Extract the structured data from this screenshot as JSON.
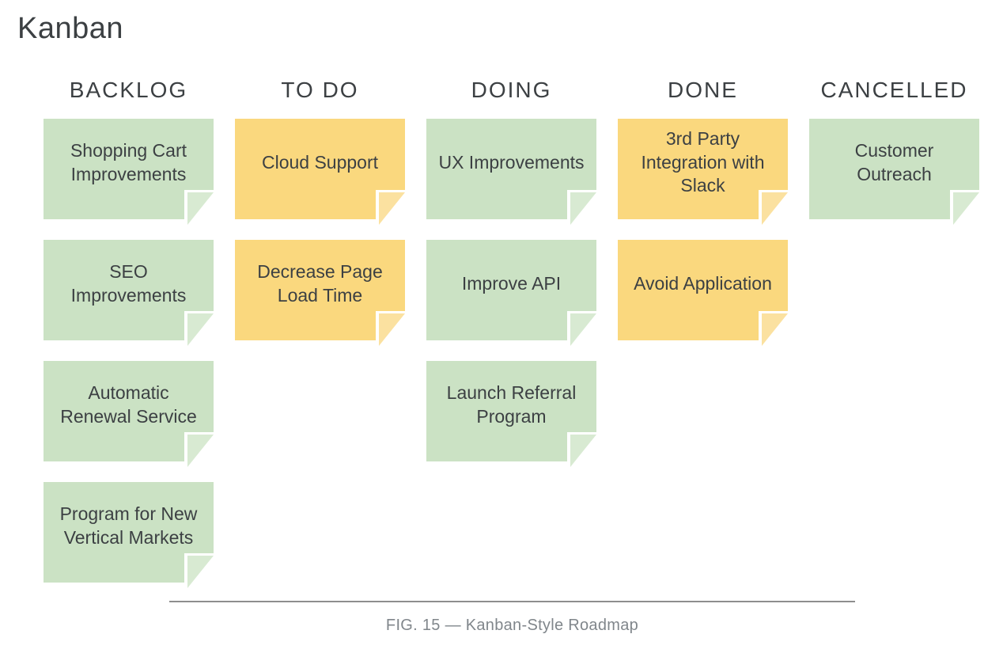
{
  "title": "Kanban",
  "caption": "FIG. 15  — Kanban-Style Roadmap",
  "colors": {
    "green": "#cbe2c4",
    "green_fold": "#d8ead2",
    "yellow": "#fad87e",
    "yellow_fold": "#fbe1a0",
    "text": "#3c4043",
    "caption_text": "#80868b",
    "rule": "#8e8e8e"
  },
  "board": {
    "columns": [
      {
        "id": "backlog",
        "label": "BACKLOG",
        "cards": [
          {
            "text": "Shopping Cart Improvements",
            "color": "green"
          },
          {
            "text": "SEO Improvements",
            "color": "green"
          },
          {
            "text": "Automatic Renewal Service",
            "color": "green"
          },
          {
            "text": "Program for New Vertical Markets",
            "color": "green"
          }
        ]
      },
      {
        "id": "todo",
        "label": "TO DO",
        "cards": [
          {
            "text": "Cloud Support",
            "color": "yellow"
          },
          {
            "text": "Decrease Page Load Time",
            "color": "yellow"
          }
        ]
      },
      {
        "id": "doing",
        "label": "DOING",
        "cards": [
          {
            "text": "UX Improvements",
            "color": "green"
          },
          {
            "text": "Improve API",
            "color": "green"
          },
          {
            "text": "Launch Referral Program",
            "color": "green"
          }
        ]
      },
      {
        "id": "done",
        "label": "DONE",
        "cards": [
          {
            "text": "3rd Party Integration with Slack",
            "color": "yellow"
          },
          {
            "text": "Avoid Application",
            "color": "yellow"
          }
        ]
      },
      {
        "id": "cancelled",
        "label": "CANCELLED",
        "cards": [
          {
            "text": "Customer Outreach",
            "color": "green"
          }
        ]
      }
    ]
  }
}
